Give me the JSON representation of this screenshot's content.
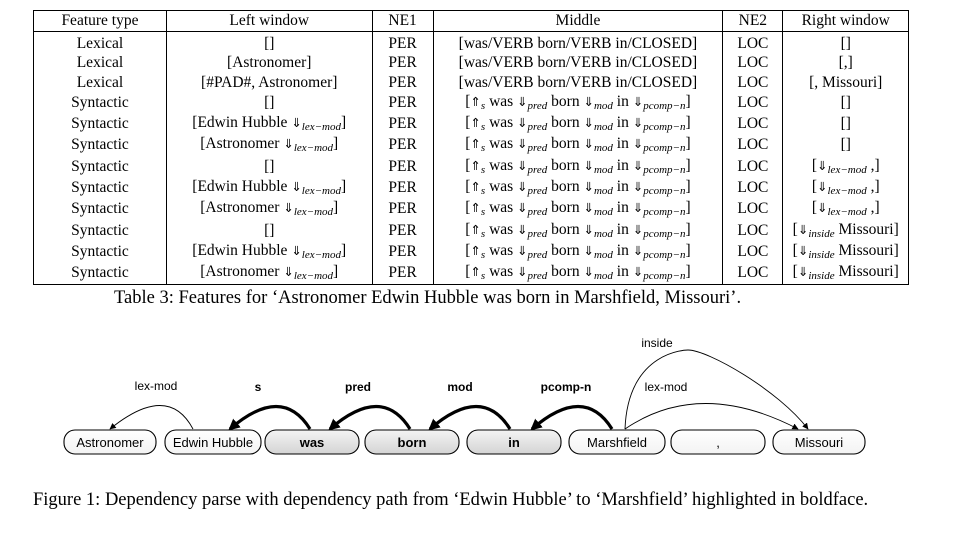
{
  "table": {
    "headers": [
      "Feature type",
      "Left window",
      "NE1",
      "Middle",
      "NE2",
      "Right window"
    ],
    "rows": [
      {
        "type": "Lexical",
        "left": [
          {
            "t": "[]"
          }
        ],
        "ne1": "PER",
        "mid": [
          {
            "t": "[was/VERB born/VERB in/CLOSED]"
          }
        ],
        "ne2": "LOC",
        "right": [
          {
            "t": "[]"
          }
        ]
      },
      {
        "type": "Lexical",
        "left": [
          {
            "t": "[Astronomer]"
          }
        ],
        "ne1": "PER",
        "mid": [
          {
            "t": "[was/VERB born/VERB in/CLOSED]"
          }
        ],
        "ne2": "LOC",
        "right": [
          {
            "t": "[,]"
          }
        ]
      },
      {
        "type": "Lexical",
        "left": [
          {
            "t": "[#PAD#, Astronomer]"
          }
        ],
        "ne1": "PER",
        "mid": [
          {
            "t": "[was/VERB born/VERB in/CLOSED]"
          }
        ],
        "ne2": "LOC",
        "right": [
          {
            "t": "[, Missouri]"
          }
        ]
      },
      {
        "type": "Syntactic",
        "left": [
          {
            "t": "[]"
          }
        ],
        "ne1": "PER",
        "mid": [
          {
            "t": "["
          },
          {
            "a": "⇑"
          },
          {
            "s": "s"
          },
          {
            "t": " was "
          },
          {
            "a": "⇓"
          },
          {
            "s": "pred"
          },
          {
            "t": " born "
          },
          {
            "a": "⇓"
          },
          {
            "s": "mod"
          },
          {
            "t": " in "
          },
          {
            "a": "⇓"
          },
          {
            "s": "pcomp−n"
          },
          {
            "t": "]"
          }
        ],
        "ne2": "LOC",
        "right": [
          {
            "t": "[]"
          }
        ]
      },
      {
        "type": "Syntactic",
        "left": [
          {
            "t": "[Edwin Hubble "
          },
          {
            "a": "⇓"
          },
          {
            "s": "lex−mod"
          },
          {
            "t": "]"
          }
        ],
        "ne1": "PER",
        "mid": [
          {
            "t": "["
          },
          {
            "a": "⇑"
          },
          {
            "s": "s"
          },
          {
            "t": " was "
          },
          {
            "a": "⇓"
          },
          {
            "s": "pred"
          },
          {
            "t": " born "
          },
          {
            "a": "⇓"
          },
          {
            "s": "mod"
          },
          {
            "t": " in "
          },
          {
            "a": "⇓"
          },
          {
            "s": "pcomp−n"
          },
          {
            "t": "]"
          }
        ],
        "ne2": "LOC",
        "right": [
          {
            "t": "[]"
          }
        ]
      },
      {
        "type": "Syntactic",
        "left": [
          {
            "t": "[Astronomer "
          },
          {
            "a": "⇓"
          },
          {
            "s": "lex−mod"
          },
          {
            "t": "]"
          }
        ],
        "ne1": "PER",
        "mid": [
          {
            "t": "["
          },
          {
            "a": "⇑"
          },
          {
            "s": "s"
          },
          {
            "t": " was "
          },
          {
            "a": "⇓"
          },
          {
            "s": "pred"
          },
          {
            "t": " born "
          },
          {
            "a": "⇓"
          },
          {
            "s": "mod"
          },
          {
            "t": " in "
          },
          {
            "a": "⇓"
          },
          {
            "s": "pcomp−n"
          },
          {
            "t": "]"
          }
        ],
        "ne2": "LOC",
        "right": [
          {
            "t": "[]"
          }
        ]
      },
      {
        "type": "Syntactic",
        "left": [
          {
            "t": "[]"
          }
        ],
        "ne1": "PER",
        "mid": [
          {
            "t": "["
          },
          {
            "a": "⇑"
          },
          {
            "s": "s"
          },
          {
            "t": " was "
          },
          {
            "a": "⇓"
          },
          {
            "s": "pred"
          },
          {
            "t": " born "
          },
          {
            "a": "⇓"
          },
          {
            "s": "mod"
          },
          {
            "t": " in "
          },
          {
            "a": "⇓"
          },
          {
            "s": "pcomp−n"
          },
          {
            "t": "]"
          }
        ],
        "ne2": "LOC",
        "right": [
          {
            "t": "["
          },
          {
            "a": "⇓"
          },
          {
            "s": "lex−mod"
          },
          {
            "t": " ,]"
          }
        ]
      },
      {
        "type": "Syntactic",
        "left": [
          {
            "t": "[Edwin Hubble "
          },
          {
            "a": "⇓"
          },
          {
            "s": "lex−mod"
          },
          {
            "t": "]"
          }
        ],
        "ne1": "PER",
        "mid": [
          {
            "t": "["
          },
          {
            "a": "⇑"
          },
          {
            "s": "s"
          },
          {
            "t": " was "
          },
          {
            "a": "⇓"
          },
          {
            "s": "pred"
          },
          {
            "t": " born "
          },
          {
            "a": "⇓"
          },
          {
            "s": "mod"
          },
          {
            "t": " in "
          },
          {
            "a": "⇓"
          },
          {
            "s": "pcomp−n"
          },
          {
            "t": "]"
          }
        ],
        "ne2": "LOC",
        "right": [
          {
            "t": "["
          },
          {
            "a": "⇓"
          },
          {
            "s": "lex−mod"
          },
          {
            "t": " ,]"
          }
        ]
      },
      {
        "type": "Syntactic",
        "left": [
          {
            "t": "[Astronomer "
          },
          {
            "a": "⇓"
          },
          {
            "s": "lex−mod"
          },
          {
            "t": "]"
          }
        ],
        "ne1": "PER",
        "mid": [
          {
            "t": "["
          },
          {
            "a": "⇑"
          },
          {
            "s": "s"
          },
          {
            "t": " was "
          },
          {
            "a": "⇓"
          },
          {
            "s": "pred"
          },
          {
            "t": " born "
          },
          {
            "a": "⇓"
          },
          {
            "s": "mod"
          },
          {
            "t": " in "
          },
          {
            "a": "⇓"
          },
          {
            "s": "pcomp−n"
          },
          {
            "t": "]"
          }
        ],
        "ne2": "LOC",
        "right": [
          {
            "t": "["
          },
          {
            "a": "⇓"
          },
          {
            "s": "lex−mod"
          },
          {
            "t": " ,]"
          }
        ]
      },
      {
        "type": "Syntactic",
        "left": [
          {
            "t": "[]"
          }
        ],
        "ne1": "PER",
        "mid": [
          {
            "t": "["
          },
          {
            "a": "⇑"
          },
          {
            "s": "s"
          },
          {
            "t": " was "
          },
          {
            "a": "⇓"
          },
          {
            "s": "pred"
          },
          {
            "t": " born "
          },
          {
            "a": "⇓"
          },
          {
            "s": "mod"
          },
          {
            "t": " in "
          },
          {
            "a": "⇓"
          },
          {
            "s": "pcomp−n"
          },
          {
            "t": "]"
          }
        ],
        "ne2": "LOC",
        "right": [
          {
            "t": "["
          },
          {
            "a": "⇓"
          },
          {
            "s": "inside"
          },
          {
            "t": " Missouri]"
          }
        ]
      },
      {
        "type": "Syntactic",
        "left": [
          {
            "t": "[Edwin Hubble "
          },
          {
            "a": "⇓"
          },
          {
            "s": "lex−mod"
          },
          {
            "t": "]"
          }
        ],
        "ne1": "PER",
        "mid": [
          {
            "t": "["
          },
          {
            "a": "⇑"
          },
          {
            "s": "s"
          },
          {
            "t": " was "
          },
          {
            "a": "⇓"
          },
          {
            "s": "pred"
          },
          {
            "t": " born "
          },
          {
            "a": "⇓"
          },
          {
            "s": "mod"
          },
          {
            "t": " in "
          },
          {
            "a": "⇓"
          },
          {
            "s": "pcomp−n"
          },
          {
            "t": "]"
          }
        ],
        "ne2": "LOC",
        "right": [
          {
            "t": "["
          },
          {
            "a": "⇓"
          },
          {
            "s": "inside"
          },
          {
            "t": " Missouri]"
          }
        ]
      },
      {
        "type": "Syntactic",
        "left": [
          {
            "t": "[Astronomer "
          },
          {
            "a": "⇓"
          },
          {
            "s": "lex−mod"
          },
          {
            "t": "]"
          }
        ],
        "ne1": "PER",
        "mid": [
          {
            "t": "["
          },
          {
            "a": "⇑"
          },
          {
            "s": "s"
          },
          {
            "t": " was "
          },
          {
            "a": "⇓"
          },
          {
            "s": "pred"
          },
          {
            "t": " born "
          },
          {
            "a": "⇓"
          },
          {
            "s": "mod"
          },
          {
            "t": " in "
          },
          {
            "a": "⇓"
          },
          {
            "s": "pcomp−n"
          },
          {
            "t": "]"
          }
        ],
        "ne2": "LOC",
        "right": [
          {
            "t": "["
          },
          {
            "a": "⇓"
          },
          {
            "s": "inside"
          },
          {
            "t": " Missouri]"
          }
        ]
      }
    ],
    "caption": "Table 3: Features for ‘Astronomer Edwin Hubble was born in Marshfield, Missouri’."
  },
  "figure": {
    "nodes": [
      {
        "label": "Astronomer",
        "bold": false,
        "highlight": false
      },
      {
        "label": "Edwin Hubble",
        "bold": false,
        "highlight": false
      },
      {
        "label": "was",
        "bold": true,
        "highlight": true
      },
      {
        "label": "born",
        "bold": true,
        "highlight": true
      },
      {
        "label": "in",
        "bold": true,
        "highlight": true
      },
      {
        "label": "Marshfield",
        "bold": false,
        "highlight": false
      },
      {
        "label": ",",
        "bold": false,
        "highlight": false
      },
      {
        "label": "Missouri",
        "bold": false,
        "highlight": false
      }
    ],
    "edges": [
      {
        "label": "lex-mod",
        "bold": false
      },
      {
        "label": "s",
        "bold": true
      },
      {
        "label": "pred",
        "bold": true
      },
      {
        "label": "mod",
        "bold": true
      },
      {
        "label": "pcomp-n",
        "bold": true
      },
      {
        "label": "lex-mod",
        "bold": false
      },
      {
        "label": "inside",
        "bold": false
      }
    ],
    "caption": "Figure 1: Dependency parse with dependency path from ‘Edwin Hubble’ to ‘Marshfield’ highlighted in boldface."
  }
}
